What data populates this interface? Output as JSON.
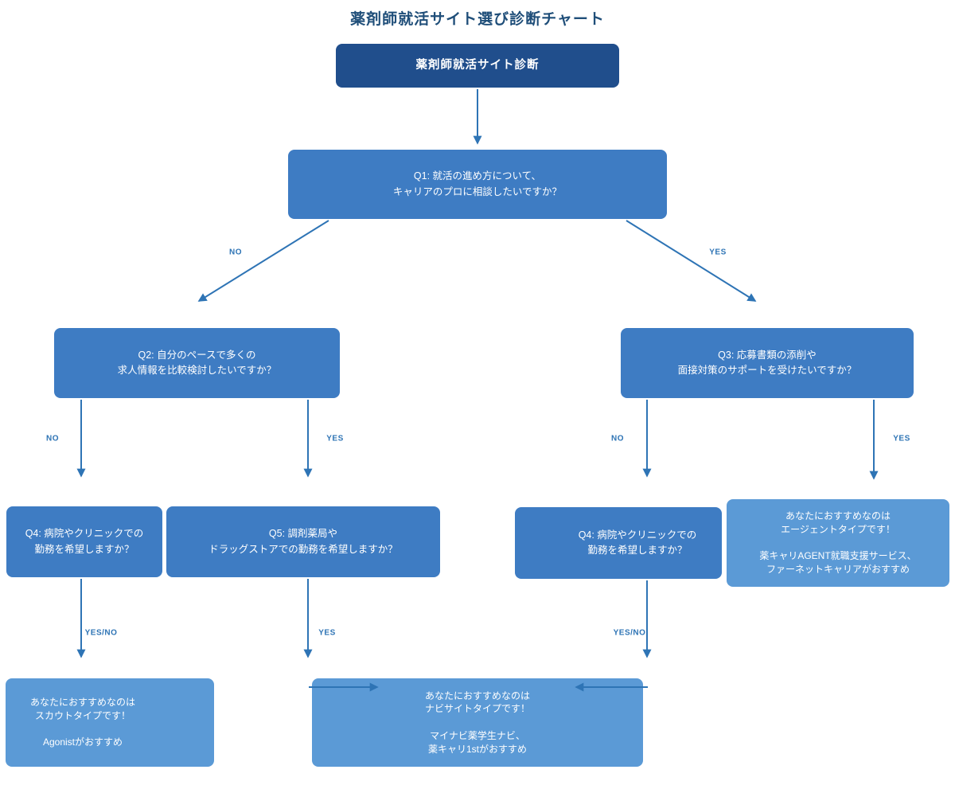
{
  "title": "薬剤師就活サイト選び診断チャート",
  "colors": {
    "root_fill": "#204e8c",
    "question_fill": "#3e7cc3",
    "result_fill": "#5b9ad6",
    "arrow": "#2e74b5",
    "label": "#2e74b5",
    "title_color": "#1f4e79"
  },
  "nodes": {
    "root": [
      "薬剤師就活サイト診断"
    ],
    "q1": [
      "Q1: 就活の進め方について、",
      "キャリアのプロに相談したいですか？"
    ],
    "q2": [
      "Q2: 自分のペースで多くの",
      "求人情報を比較検討したいですか？"
    ],
    "q3": [
      "Q3: 応募書類の添削や",
      "面接対策のサポートを受けたいですか？"
    ],
    "q4_left": [
      "Q4: 病院やクリニックでの",
      "勤務を希望しますか？"
    ],
    "q5": [
      "Q5: 調剤薬局や",
      "ドラッグストアでの勤務を希望しますか？"
    ],
    "q4_right": [
      "Q4: 病院やクリニックでの",
      "勤務を希望しますか？"
    ],
    "result_agent": [
      "あなたにおすすめなのは",
      "エージェントタイプです！",
      "",
      "薬キャリAGENT就職支援サービス、",
      "ファーネットキャリアがおすすめ"
    ],
    "result_scout": [
      "あなたにおすすめなのは",
      "スカウトタイプです！",
      "",
      "Agonistがおすすめ"
    ],
    "result_navi": [
      "あなたにおすすめなのは",
      "ナビサイトタイプです！",
      "",
      "マイナビ薬学生ナビ、",
      "薬キャリ1stがおすすめ"
    ]
  },
  "edge_labels": {
    "q1_no": "NO",
    "q1_yes": "YES",
    "q2_no": "NO",
    "q2_yes": "YES",
    "q3_no": "NO",
    "q3_yes": "YES",
    "q4_left_out": "YES/NO",
    "q5_out": "YES",
    "q4_right_out": "YES/NO"
  }
}
